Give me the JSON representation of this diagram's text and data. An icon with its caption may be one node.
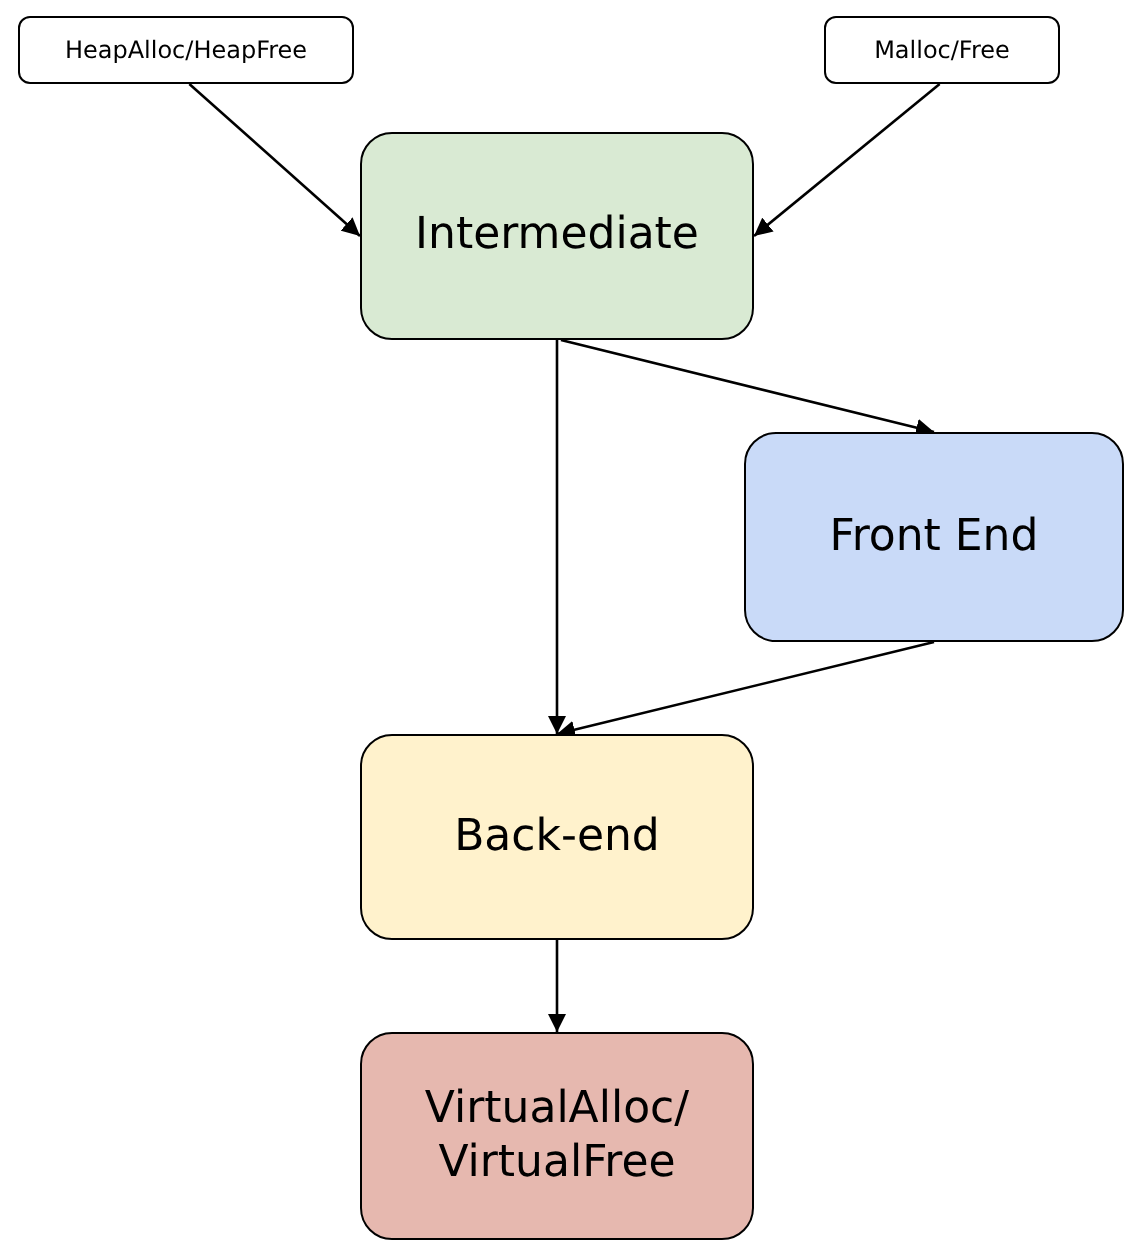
{
  "diagram": {
    "nodes": [
      {
        "text": [
          "HeapAlloc/HeapFree"
        ]
      },
      {
        "text": [
          "Malloc/Free"
        ]
      },
      {
        "text": [
          "Intermediate"
        ]
      },
      {
        "text": [
          "Front End"
        ]
      },
      {
        "text": [
          "Back-end"
        ]
      },
      {
        "text": [
          "VirtualAlloc/ VirtualFree"
        ]
      }
    ],
    "edges": [
      {
        "from": 0,
        "to": 2,
        "arrow": "to"
      },
      {
        "from": 1,
        "to": 2,
        "arrow": "to"
      },
      {
        "from": 2,
        "to": 3,
        "arrow": "to"
      },
      {
        "from": 2,
        "to": 4,
        "arrow": "to"
      },
      {
        "from": 3,
        "to": 4,
        "arrow": "to"
      },
      {
        "from": 4,
        "to": 5,
        "arrow": "to"
      }
    ]
  }
}
